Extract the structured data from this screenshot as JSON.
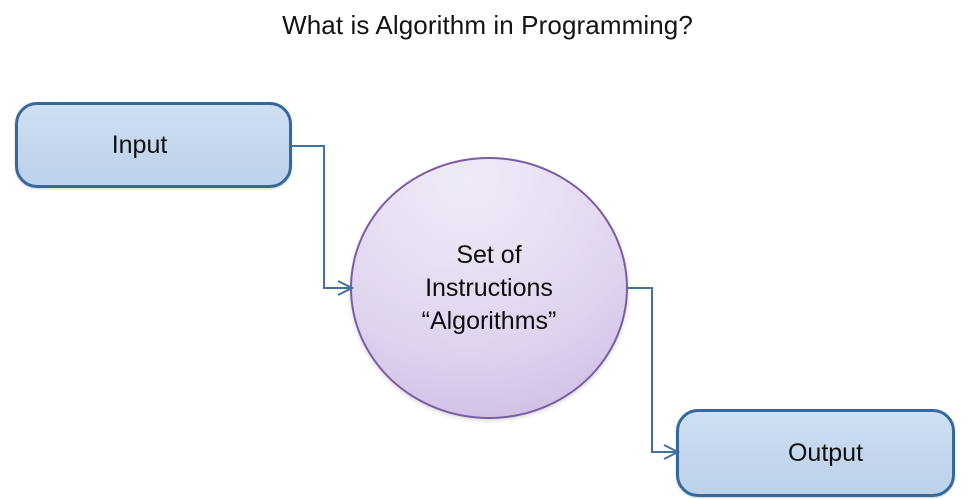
{
  "title": "What is Algorithm in Programming?",
  "nodes": {
    "input": {
      "label": "Input",
      "shape": "rounded-rectangle",
      "fill": "#c5d9ef",
      "border": "#36689b"
    },
    "process": {
      "shape": "circle",
      "fill_top": "#efeaf7",
      "fill_bottom": "#c3aadd",
      "border": "#7b5ca3",
      "lines": [
        "Set of",
        "Instructions",
        "“Algorithms”"
      ]
    },
    "output": {
      "label": "Output",
      "shape": "rounded-rectangle",
      "fill": "#c5d9ef",
      "border": "#36689b"
    }
  },
  "connectors": [
    {
      "name": "input-to-process",
      "from": "input",
      "to": "process",
      "style": "elbow-arrow",
      "color": "#41719c"
    },
    {
      "name": "process-to-output",
      "from": "process",
      "to": "output",
      "style": "elbow-arrow",
      "color": "#41719c"
    }
  ],
  "background": "#ffffff",
  "title_color": "#131313"
}
